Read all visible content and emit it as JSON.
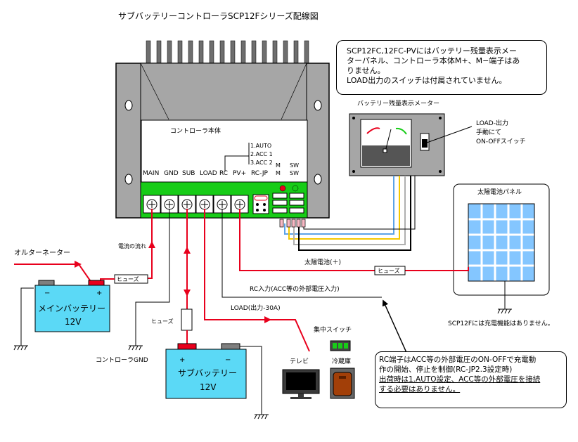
{
  "title": "サブバッテリーコントローラSCP12Fシリーズ配線図",
  "notes": {
    "top": [
      "SCP12FC,12FC-PVにはバッテリー残量表示メー",
      "ターパネル、コントローラ本体M+、M−端子はあ",
      "りません。",
      "LOAD出力のスイッチは付属されていません。"
    ],
    "bottom": [
      "RC端子はACC等の外部電圧のON-OFFで充電動",
      "作の開始、停止を制御(RC-JP2.3設定時)",
      "出荷時は1.AUTO設定、ACC等の外部電圧を接続",
      "する必要はありません。"
    ]
  },
  "controller": {
    "label": "コントローラ本体",
    "terminals": [
      "MAIN",
      "GND",
      "SUB",
      "LOAD",
      "RC",
      "PV+"
    ],
    "rcjp_label": "RC-JP",
    "rcjp_options": [
      "1.AUTO",
      "2.ACC 1",
      "3.ACC 2"
    ],
    "m_label": "M",
    "m_pm": "M",
    "sw_label": "SW",
    "sw_pm": "SW"
  },
  "meter": {
    "label": "バッテリー残量表示メーター"
  },
  "load_switch_note": [
    "LOAD-出力",
    "手動にて",
    "ON-OFFスイッチ"
  ],
  "solar": {
    "label": "太陽電池パネル",
    "note": "SCP12Fには充電機能はありません。",
    "wire_label": "太陽電池(＋)"
  },
  "labels": {
    "alternator": "オルターネーター",
    "current_flow": "電流の流れ",
    "fuse": "ヒューズ",
    "controller_gnd": "コントローラGND",
    "rc_input": "RC入力(ACC等の外部電圧入力)",
    "load_output": "LOAD(出力-30A)",
    "central_switch": "集中スイッチ",
    "tv": "テレビ",
    "fridge": "冷蔵庫"
  },
  "main_battery": {
    "name": "メインバッテリー",
    "voltage": "12V",
    "minus": "−",
    "plus": "+"
  },
  "sub_battery": {
    "name": "サブバッテリー",
    "voltage": "12V",
    "minus": "−",
    "plus": "+"
  },
  "colors": {
    "wire_red": "#e8001c",
    "battery_fill": "#5bd9f6",
    "panel_green": "#17cc17",
    "solar_blue": "#84c6ff",
    "housing_gray": "#a6a6a6"
  }
}
